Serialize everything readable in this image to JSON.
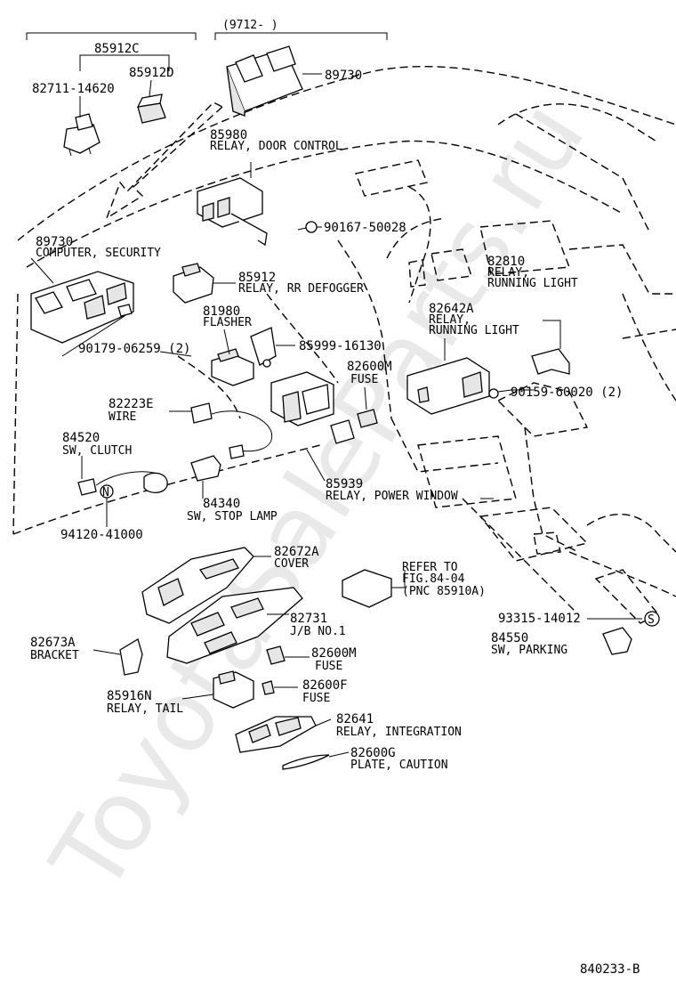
{
  "watermark": "ToyotaSaleParts.ru",
  "diagram_code": "840233-B",
  "date_code": "(9712-       )",
  "parts": [
    {
      "number": "85912C",
      "name": ""
    },
    {
      "number": "82711-14620",
      "name": ""
    },
    {
      "number": "85912D",
      "name": ""
    },
    {
      "number": "89730",
      "name": ""
    },
    {
      "number": "85980",
      "name": "RELAY, DOOR CONTROL"
    },
    {
      "number": "90167-50028",
      "name": ""
    },
    {
      "number": "89730",
      "name": "COMPUTER, SECURITY"
    },
    {
      "number": "85912",
      "name": "RELAY, RR DEFOGGER"
    },
    {
      "number": "82810",
      "name": "RELAY, RUNNING LIGHT"
    },
    {
      "number": "82642A",
      "name": "RELAY, RUNNING LIGHT"
    },
    {
      "number": "81980",
      "name": "FLASHER"
    },
    {
      "number": "90179-06259 (2)",
      "name": ""
    },
    {
      "number": "85999-16130",
      "name": ""
    },
    {
      "number": "82600M",
      "name": "FUSE"
    },
    {
      "number": "90159-60020 (2)",
      "name": ""
    },
    {
      "number": "82223E",
      "name": "WIRE"
    },
    {
      "number": "84520",
      "name": "SW, CLUTCH"
    },
    {
      "number": "85939",
      "name": "RELAY, POWER WINDOW"
    },
    {
      "number": "84340",
      "name": "SW, STOP LAMP"
    },
    {
      "number": "94120-41000",
      "name": ""
    },
    {
      "number": "82672A",
      "name": "COVER"
    },
    {
      "number": "82731",
      "name": "J/B NO.1"
    },
    {
      "number": "93315-14012",
      "name": ""
    },
    {
      "number": "84550",
      "name": "SW, PARKING"
    },
    {
      "number": "82673A",
      "name": "BRACKET"
    },
    {
      "number": "82600M",
      "name": "FUSE"
    },
    {
      "number": "85916N",
      "name": "RELAY, TAIL"
    },
    {
      "number": "82600F",
      "name": "FUSE"
    },
    {
      "number": "82641",
      "name": "RELAY, INTEGRATION"
    },
    {
      "number": "82600G",
      "name": "PLATE, CAUTION"
    }
  ],
  "refer": {
    "line1": "REFER TO",
    "line2": "FIG.84-04",
    "line3": "(PNC 85910A)"
  },
  "markers": {
    "n": "N",
    "s": "S"
  }
}
